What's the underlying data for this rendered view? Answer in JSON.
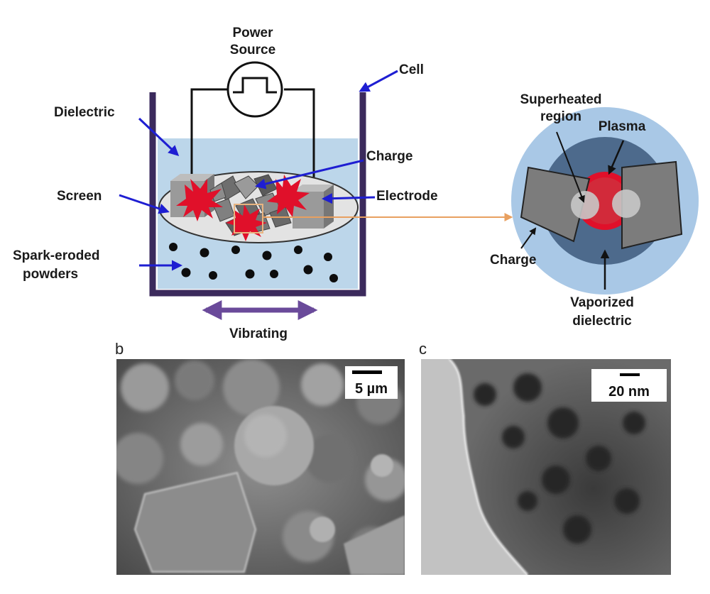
{
  "panel_a": {
    "labels": {
      "power_source_line1": "Power",
      "power_source_line2": "Source",
      "cell": "Cell",
      "dielectric": "Dielectric",
      "charge": "Charge",
      "screen": "Screen",
      "electrode": "Electrode",
      "powders_line1": "Spark-eroded",
      "powders_line2": "powders",
      "vibrating": "Vibrating"
    },
    "inset": {
      "superheated_line1": "Superheated",
      "superheated_line2": "region",
      "plasma": "Plasma",
      "charge": "Charge",
      "vaporized_line1": "Vaporized",
      "vaporized_line2": "dielectric"
    }
  },
  "panel_b": {
    "letter": "b",
    "scale_bar": "5 µm"
  },
  "panel_c": {
    "letter": "c",
    "scale_bar": "20 nm"
  },
  "colors": {
    "arrow_blue": "#1e1ed2",
    "cell_wall": "#3b2a5c",
    "liquid": "#bcd6ea",
    "plasma_red": "#e0102a",
    "vibrate_purple": "#6a4a9a",
    "link_orange": "#e8a060"
  }
}
